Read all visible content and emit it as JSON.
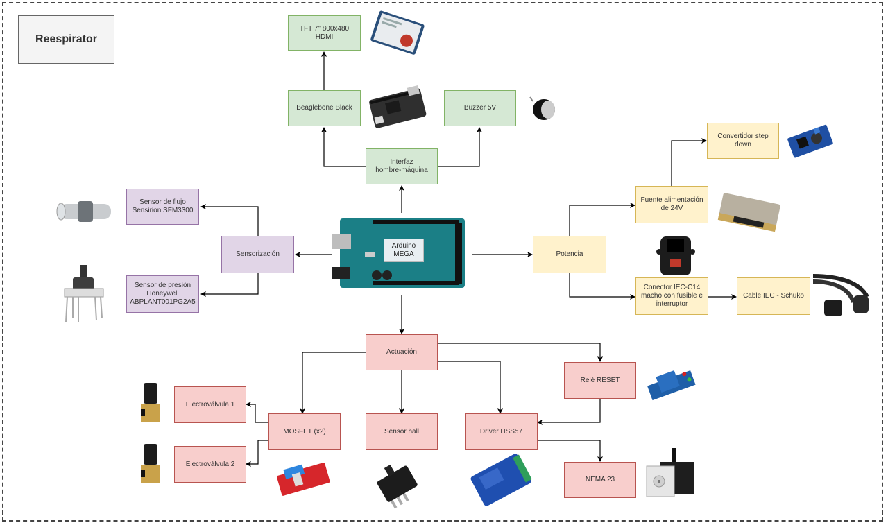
{
  "diagram": {
    "title": "Reespirator",
    "core": {
      "label": "Arduino\nMEGA",
      "image": "arduino-mega-board"
    },
    "hmi": {
      "group": "Interfaz\nhombre-máquina",
      "beaglebone": "Beaglebone Black",
      "tft": "TFT 7\" 800x480\nHDMI",
      "buzzer": "Buzzer 5V"
    },
    "sensing": {
      "group": "Sensorización",
      "flow": "Sensor de flujo\nSensirion SFM3300",
      "pressure": "Sensor de presión\nHoneywell\nABPLANT001PG2A5"
    },
    "power": {
      "group": "Potencia",
      "psu": "Fuente alimentación\nde 24V",
      "stepdown": "Convertidor step\ndown",
      "connector": "Conector IEC-C14\nmacho con fusible e\ninterruptor",
      "cable": "Cable IEC - Schuko"
    },
    "actuation": {
      "group": "Actuación",
      "mosfet": "MOSFET (x2)",
      "valve1": "Electroválvula 1",
      "valve2": "Electroválvula 2",
      "hall": "Sensor hall",
      "driver": "Driver HSS57",
      "relay": "Relé RESET",
      "motor": "NEMA 23"
    },
    "colors": {
      "hmi": "#d5e8d4",
      "sensing": "#e1d5e7",
      "power": "#fff2cc",
      "actuation": "#f8cecc"
    }
  }
}
